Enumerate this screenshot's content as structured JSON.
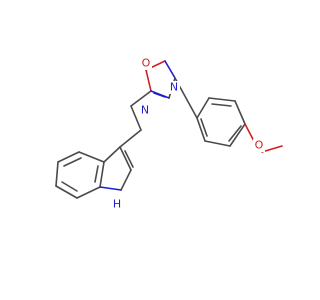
{
  "molecule": {
    "atoms": {
      "ring_o": "O",
      "ring_n_top": "N",
      "ring_n_bottom": "N",
      "methoxy_o": "O",
      "indole_nh": "H"
    },
    "colors": {
      "bond": "#4a4a4a",
      "nitrogen": "#1f1fd0",
      "oxygen": "#d01f1f"
    }
  }
}
